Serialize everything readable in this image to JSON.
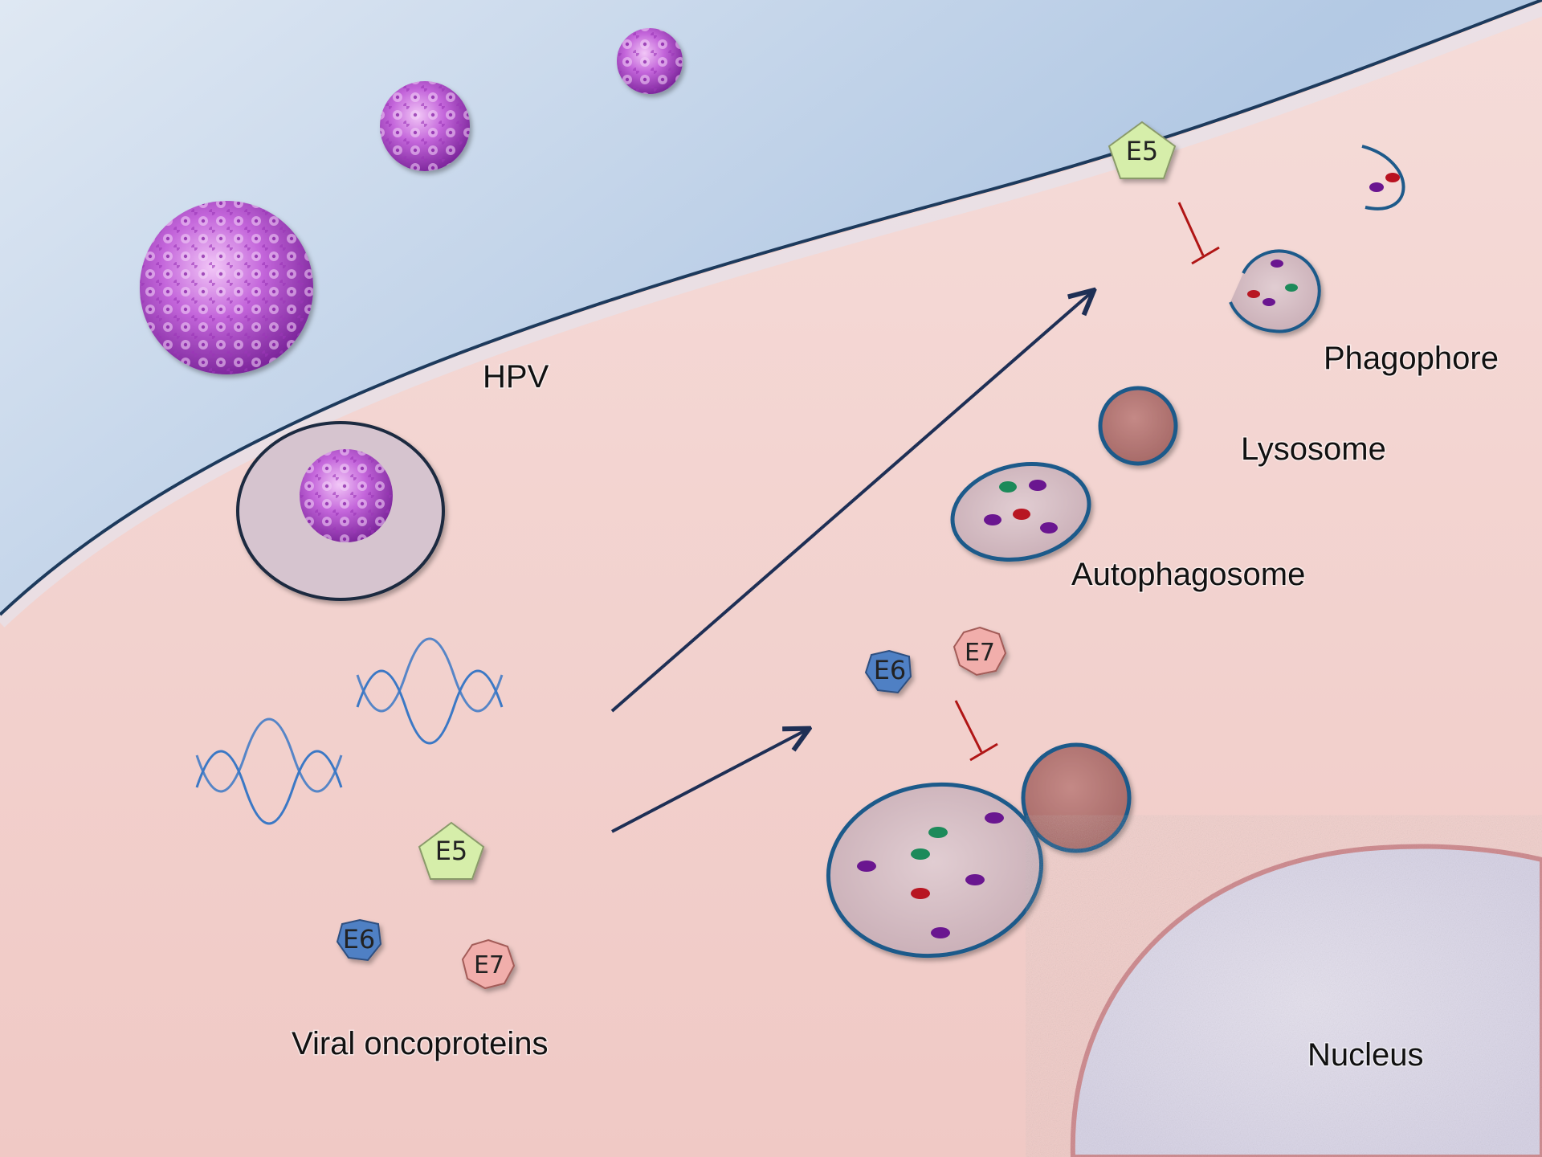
{
  "labels": {
    "hpv": "HPV",
    "phagophore": "Phagophore",
    "lysosome": "Lysosome",
    "autophagosome": "Autophagosome",
    "viral_oncoproteins": "Viral oncoproteins",
    "nucleus": "Nucleus"
  },
  "proteins": {
    "e5": "E5",
    "e6": "E6",
    "e7": "E7"
  },
  "colors": {
    "extracellular": "#b9cfe6",
    "cytoplasm": "#f3d2cf",
    "membrane": "#1d3a5c",
    "vesicle_fill": "#d9c3c8",
    "vesicle_border": "#1e5a8a",
    "lysosome_fill": "#b97c7a",
    "virus": "#b04fc8",
    "e5": "#d6eeaa",
    "e6": "#4f80c4",
    "e7": "#f1aeab",
    "inhibition": "#b01515",
    "arrow": "#1e2f55",
    "dna": "#3b78c5",
    "cargo_purple": "#6a1590",
    "cargo_green": "#1f8a5a",
    "cargo_red": "#b81220"
  }
}
